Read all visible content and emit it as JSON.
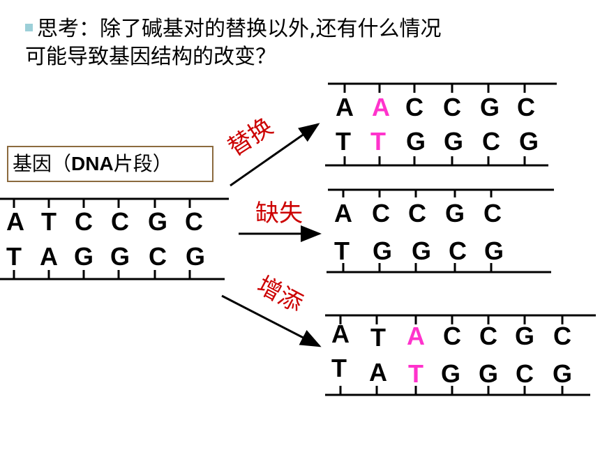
{
  "question": {
    "line1": "思考：除了碱基对的替换以外,还有什么情况",
    "line2": "可能导致基因结构的改变？"
  },
  "gene_label": {
    "prefix": "基因（",
    "latin": "DNA",
    "suffix": "片段）"
  },
  "operations": {
    "substitution": "替换",
    "deletion": "缺失",
    "insertion": "增添"
  },
  "colors": {
    "highlight": "#ff33cc",
    "operation_text": "#cc0000",
    "base_text": "#000000",
    "label_border": "#8b6a3e",
    "bullet": "#9ccfd8"
  },
  "strands": {
    "original": {
      "top": [
        {
          "b": "A"
        },
        {
          "b": "T"
        },
        {
          "b": "C"
        },
        {
          "b": "C"
        },
        {
          "b": "G"
        },
        {
          "b": "C"
        }
      ],
      "bottom": [
        {
          "b": "T"
        },
        {
          "b": "A"
        },
        {
          "b": "G"
        },
        {
          "b": "G"
        },
        {
          "b": "C"
        },
        {
          "b": "G"
        }
      ]
    },
    "substitution": {
      "top": [
        {
          "b": "A"
        },
        {
          "b": "A",
          "hl": true
        },
        {
          "b": "C"
        },
        {
          "b": "C"
        },
        {
          "b": "G"
        },
        {
          "b": "C"
        }
      ],
      "bottom": [
        {
          "b": "T"
        },
        {
          "b": "T",
          "hl": true
        },
        {
          "b": "G"
        },
        {
          "b": "G"
        },
        {
          "b": "C"
        },
        {
          "b": "G"
        }
      ]
    },
    "deletion": {
      "top": [
        {
          "b": "A"
        },
        {
          "b": "C"
        },
        {
          "b": "C"
        },
        {
          "b": "G"
        },
        {
          "b": "C"
        }
      ],
      "bottom": [
        {
          "b": "T"
        },
        {
          "b": "G"
        },
        {
          "b": "G"
        },
        {
          "b": "C"
        },
        {
          "b": "G"
        }
      ]
    },
    "insertion": {
      "top": [
        {
          "b": "A"
        },
        {
          "b": "T"
        },
        {
          "b": "A",
          "hl": true
        },
        {
          "b": "C"
        },
        {
          "b": "C"
        },
        {
          "b": "G"
        },
        {
          "b": "C"
        }
      ],
      "bottom": [
        {
          "b": "T"
        },
        {
          "b": "A"
        },
        {
          "b": "T",
          "hl": true
        },
        {
          "b": "G"
        },
        {
          "b": "G"
        },
        {
          "b": "C"
        },
        {
          "b": "G"
        }
      ]
    }
  }
}
